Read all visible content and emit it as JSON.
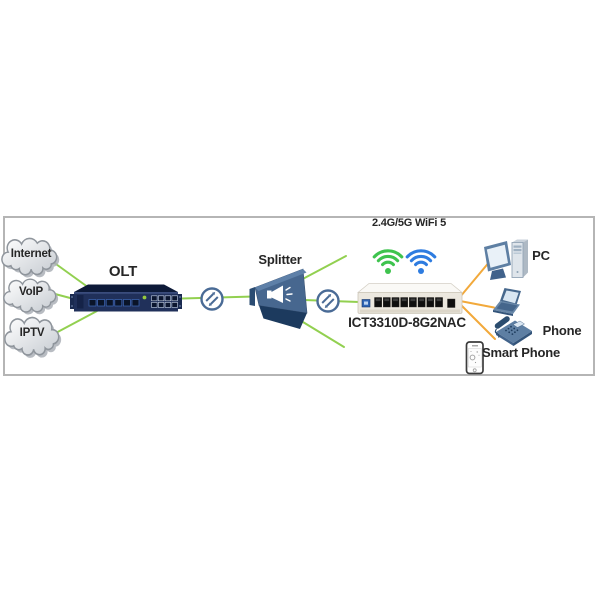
{
  "diagram": {
    "services": [
      {
        "label": "Internet"
      },
      {
        "label": "VoIP"
      },
      {
        "label": "IPTV"
      }
    ],
    "olt": {
      "label": "OLT"
    },
    "splitter": {
      "label": "Splitter"
    },
    "ont": {
      "model": "ICT3310D-8G2NAC",
      "wifi": "2.4G/5G WiFi 5"
    },
    "clients": {
      "pc": "PC",
      "phone": "Phone",
      "smart_phone": "Smart Phone"
    },
    "colors": {
      "fiber": "#92D050",
      "ethernet": "#F2A93B",
      "wifi_green": "#3EC34E",
      "wifi_blue": "#2E7CE0",
      "frame_border": "#B5B5B5",
      "splitter_body": "#47678F",
      "olt_body": "#20305A",
      "ont_body": "#ECE8DF"
    },
    "links": [
      {
        "from": "Internet",
        "to": "OLT",
        "type": "fiber"
      },
      {
        "from": "VoIP",
        "to": "OLT",
        "type": "fiber"
      },
      {
        "from": "IPTV",
        "to": "OLT",
        "type": "fiber"
      },
      {
        "from": "OLT",
        "to": "Splitter",
        "type": "fiber"
      },
      {
        "from": "Splitter",
        "to": "ICT3310D-8G2NAC",
        "type": "fiber"
      },
      {
        "from": "ICT3310D-8G2NAC",
        "to": "PC",
        "type": "ethernet"
      },
      {
        "from": "ICT3310D-8G2NAC",
        "to": "Laptop",
        "type": "ethernet"
      },
      {
        "from": "ICT3310D-8G2NAC",
        "to": "Phone",
        "type": "ethernet"
      }
    ]
  }
}
